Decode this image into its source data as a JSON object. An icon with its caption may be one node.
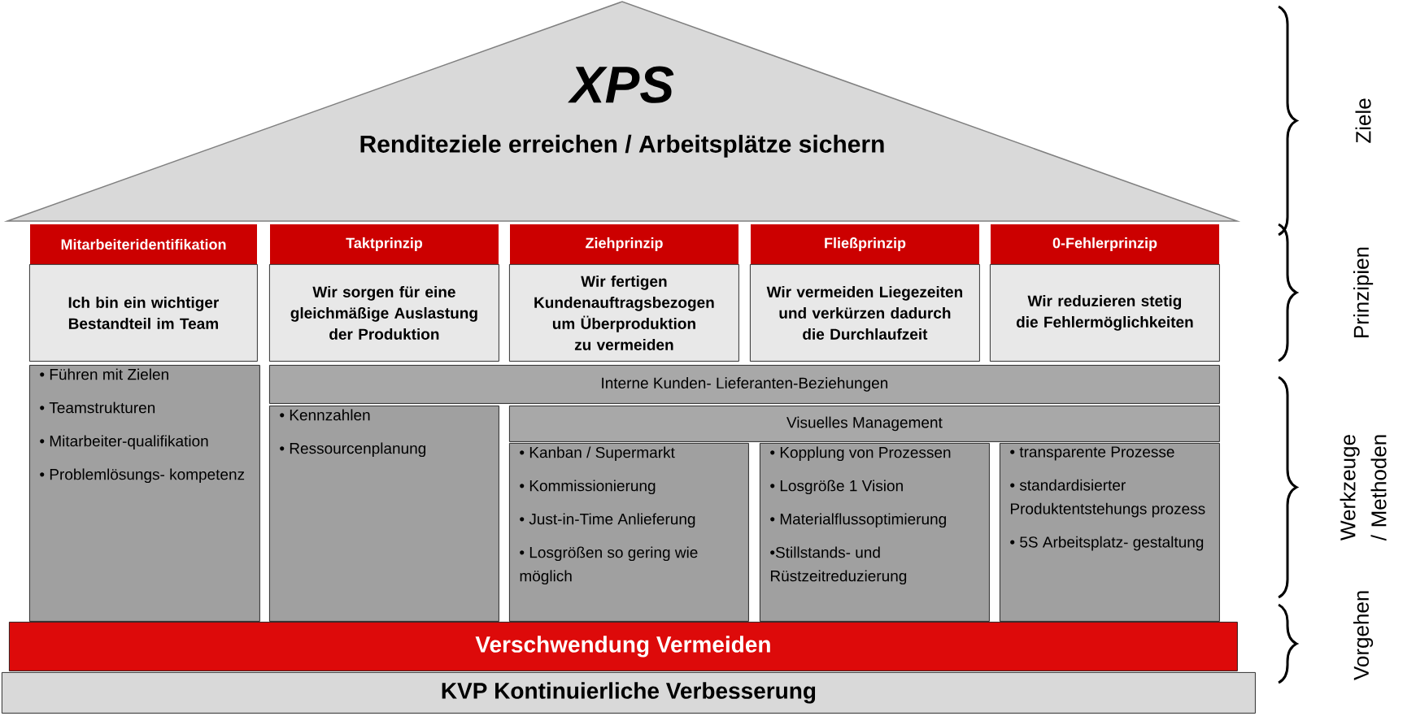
{
  "diagram": {
    "nodes": [
      {
        "text": [
          "XPS",
          "Renditeziele erreichen / Arbeitsplätze sichern"
        ]
      },
      {
        "text": [
          "Mitarbeiteridentifikation",
          "Ich bin ein wichtiger Bestandteil im Team"
        ]
      },
      {
        "text": [
          "Taktprinzip",
          "Wir sorgen für eine gleichmäßige Auslastung der Produktion"
        ]
      },
      {
        "text": [
          "Ziehprinzip",
          "Wir fertigen Kundenauftragsbezogen um Überproduktion zu vermeiden"
        ]
      },
      {
        "text": [
          "Fließprinzip",
          "Wir vermeiden Liegezeiten und verkürzen dadurch die Durchlaufzeit"
        ]
      },
      {
        "text": [
          "0-Fehlerprinzip",
          "Wir reduzieren stetig die Fehlermöglichkeiten"
        ]
      },
      {
        "text": [
          "• Führen mit Zielen",
          "• Teamstrukturen",
          "• Mitarbeiter-qualifikation",
          "• Problemlösungs- kompetenz"
        ]
      },
      {
        "text": [
          "Interne Kunden- Lieferanten-Beziehungen"
        ]
      },
      {
        "text": [
          "• Kennzahlen",
          "• Ressourcenplanung"
        ]
      },
      {
        "text": [
          "Visuelles Management"
        ]
      },
      {
        "text": [
          "• Kanban / Supermarkt",
          "• Kommissionierung",
          "• Just-in-Time Anlieferung",
          "• Losgrößen so gering wie möglich"
        ]
      },
      {
        "text": [
          "• Kopplung von Prozessen",
          "• Losgröße 1 Vision",
          "• Materialflussoptimierung",
          "•Stillstands- und Rüstzeitreduzierung"
        ]
      },
      {
        "text": [
          "• transparente Prozesse",
          "• standardisierter Produktentstehungs prozess",
          "• 5S Arbeitsplatz- gestaltung"
        ]
      },
      {
        "text": [
          "Verschwendung Vermeiden"
        ]
      },
      {
        "text": [
          "KVP Kontinuierliche Verbesserung"
        ]
      }
    ],
    "labels": [
      "Ziele",
      "Prinzipien",
      "Werkzeuge / Methoden",
      "Vorgehen"
    ]
  }
}
